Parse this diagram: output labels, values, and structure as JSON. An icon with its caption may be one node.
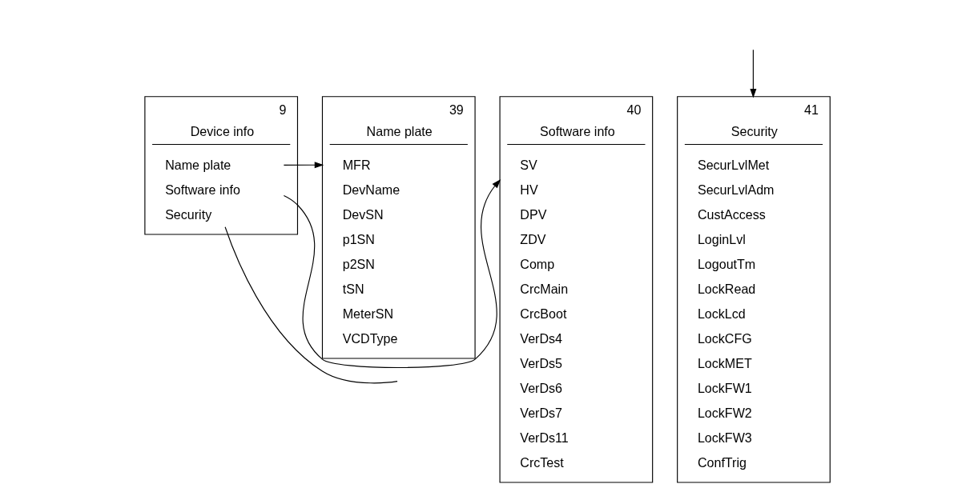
{
  "diagram": {
    "nodes": [
      {
        "text": [
          "Device info"
        ],
        "beside": [
          "9"
        ]
      },
      {
        "text": [
          "Name plate"
        ],
        "in": 0
      },
      {
        "text": [
          "Software info"
        ],
        "in": 0
      },
      {
        "text": [
          "Security"
        ],
        "in": 0
      },
      {
        "text": [
          "Name plate"
        ],
        "beside": [
          "39"
        ]
      },
      {
        "text": [
          "MFR"
        ],
        "in": 4
      },
      {
        "text": [
          "DevName"
        ],
        "in": 4
      },
      {
        "text": [
          "DevSN"
        ],
        "in": 4
      },
      {
        "text": [
          "p1SN"
        ],
        "in": 4
      },
      {
        "text": [
          "p2SN"
        ],
        "in": 4
      },
      {
        "text": [
          "tSN"
        ],
        "in": 4
      },
      {
        "text": [
          "MeterSN"
        ],
        "in": 4
      },
      {
        "text": [
          "VCDType"
        ],
        "in": 4
      },
      {
        "text": [
          "Software info"
        ],
        "beside": [
          "40"
        ]
      },
      {
        "text": [
          "SV"
        ],
        "in": 13
      },
      {
        "text": [
          "HV"
        ],
        "in": 13
      },
      {
        "text": [
          "DPV"
        ],
        "in": 13
      },
      {
        "text": [
          "ZDV"
        ],
        "in": 13
      },
      {
        "text": [
          "Comp"
        ],
        "in": 13
      },
      {
        "text": [
          "CrcMain"
        ],
        "in": 13
      },
      {
        "text": [
          "CrcBoot"
        ],
        "in": 13
      },
      {
        "text": [
          "VerDs4"
        ],
        "in": 13
      },
      {
        "text": [
          "VerDs5"
        ],
        "in": 13
      },
      {
        "text": [
          "VerDs6"
        ],
        "in": 13
      },
      {
        "text": [
          "VerDs7"
        ],
        "in": 13
      },
      {
        "text": [
          "VerDs11"
        ],
        "in": 13
      },
      {
        "text": [
          "CrcTest"
        ],
        "in": 13
      },
      {
        "text": [
          "Security"
        ],
        "beside": [
          "41"
        ]
      },
      {
        "text": [
          "SecurLvlMet"
        ],
        "in": 27
      },
      {
        "text": [
          "SecurLvlAdm"
        ],
        "in": 27
      },
      {
        "text": [
          "CustAccess"
        ],
        "in": 27
      },
      {
        "text": [
          "LoginLvl"
        ],
        "in": 27
      },
      {
        "text": [
          "LogoutTm"
        ],
        "in": 27
      },
      {
        "text": [
          "LockRead"
        ],
        "in": 27
      },
      {
        "text": [
          "LockLcd"
        ],
        "in": 27
      },
      {
        "text": [
          "LockCFG"
        ],
        "in": 27
      },
      {
        "text": [
          "LockMET"
        ],
        "in": 27
      },
      {
        "text": [
          "LockFW1"
        ],
        "in": 27
      },
      {
        "text": [
          "LockFW2"
        ],
        "in": 27
      },
      {
        "text": [
          "LockFW3"
        ],
        "in": 27
      },
      {
        "text": [
          "ConfTrig"
        ],
        "in": 27
      }
    ],
    "edges": [
      {
        "from": 1,
        "to": 4,
        "arrow": "to"
      },
      {
        "from": 2,
        "to": 13,
        "arrow": "to"
      },
      {
        "from": 3,
        "to": null,
        "arrow": "none"
      },
      {
        "from": null,
        "to": 27,
        "arrow": "to"
      }
    ]
  }
}
